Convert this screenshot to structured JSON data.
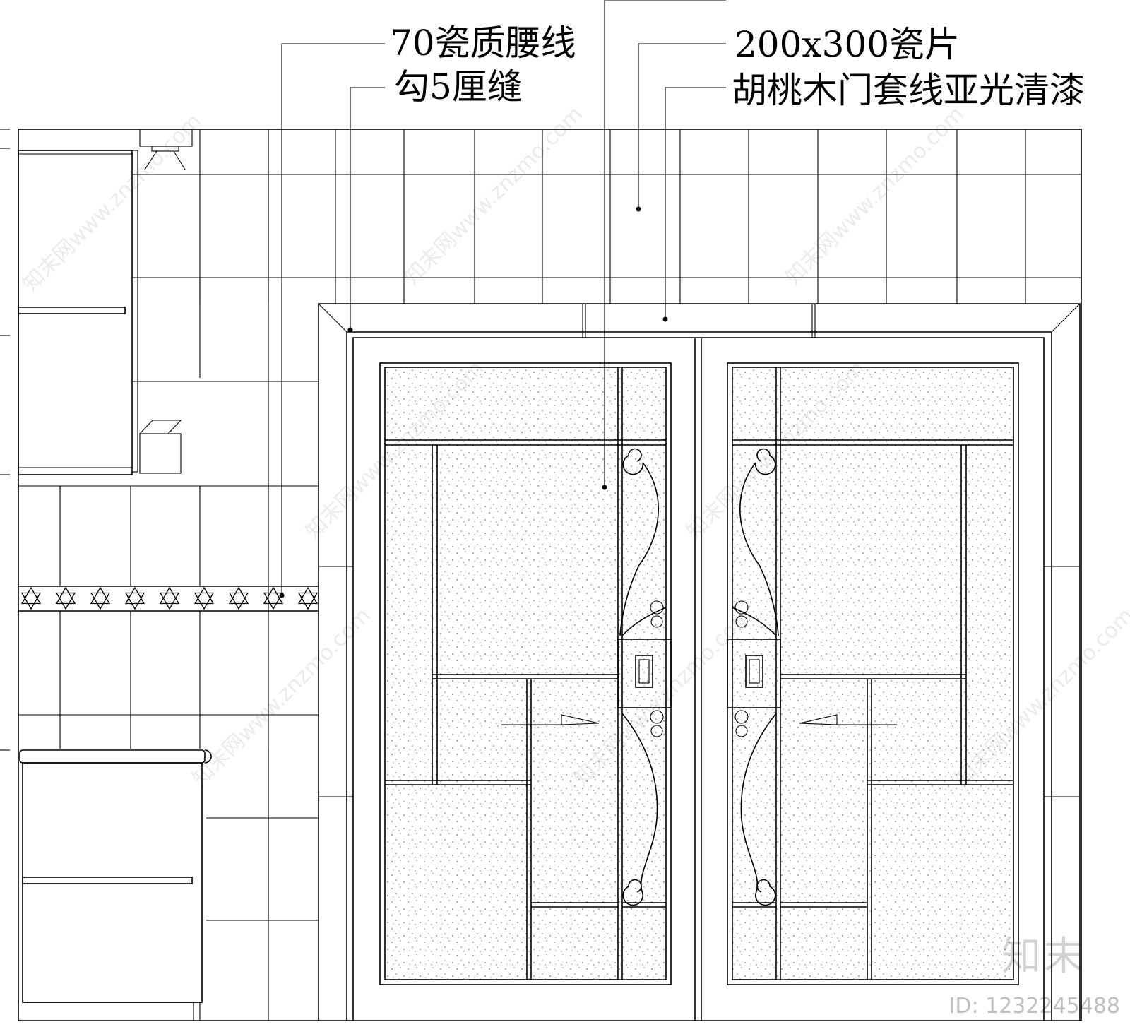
{
  "callouts": {
    "waist_line": "70瓷质腰线",
    "grout": "勾5厘缝",
    "tile": "200x300瓷片",
    "door_trim": "胡桃木门套线亚光清漆"
  },
  "watermark": {
    "site": "知末网www.znzmo.com",
    "brand": "知末",
    "id_text": "ID: 1232245488"
  }
}
